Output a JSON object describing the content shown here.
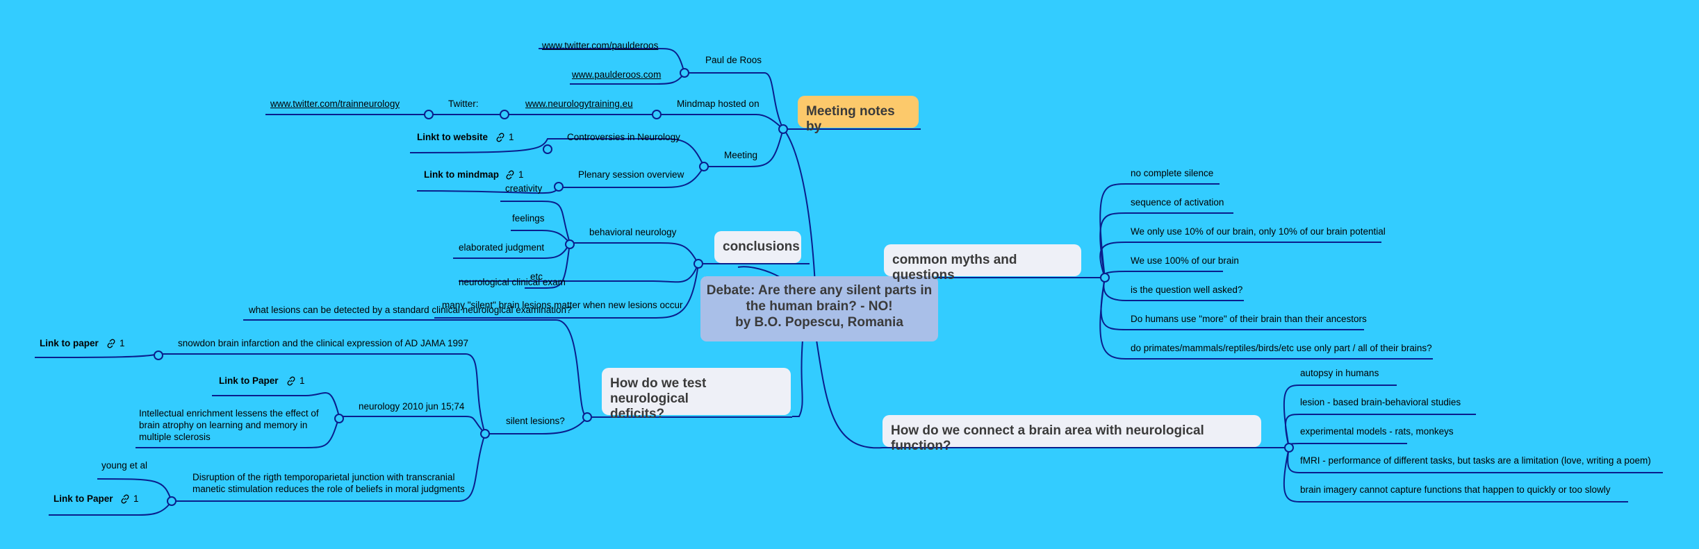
{
  "center": {
    "line1": "Debate: Are there any silent parts in",
    "line2": "the human brain? - NO!",
    "line3": "by B.O. Popescu, Romania"
  },
  "meeting": {
    "title": "Meeting notes by",
    "paul": {
      "label": "Paul de Roos",
      "twitter": "www.twitter.com/paulderoos",
      "site": "www.paulderoos.com"
    },
    "hosted": {
      "label": "Mindmap hosted on",
      "site": "www.neurologytraining.eu",
      "twitter_label": "Twitter:",
      "twitter": "www.twitter.com/trainneurology"
    },
    "meeting_branch": {
      "label": "Meeting",
      "controversies": "Controversies in Neurology",
      "link_website": "Linkt to website",
      "plenary": "Plenary session overview",
      "link_mindmap": "Link to mindmap",
      "count": "1"
    }
  },
  "conclusions": {
    "title": "conclusions",
    "behavioral": {
      "label": "behavioral neurology",
      "items": [
        "creativity",
        "feelings",
        "elaborated judgment",
        "etc"
      ]
    },
    "exam": "neurological clinical exam",
    "silent_matter": "many \"silent\" brain lesions matter when new lesions occur"
  },
  "test": {
    "title_line1": "How do we test neurological",
    "title_line2": "deficits?",
    "what_lesions": "what lesions can be detected by a standard clinical neurological examination?",
    "silent_lesions": "silent lesions?",
    "snowdon": "snowdon brain infarction and the clinical expression of AD JAMA 1997",
    "link_paper1": "Link to paper",
    "neurology2010": "neurology 2010 jun 15;74",
    "link_paper2": "Link to Paper",
    "intellectual": "Intellectual enrichment lessens the effect of brain atrophy on learning and memory in multiple sclerosis",
    "disruption": "Disruption of the rigth temporoparietal junction with transcranial manetic stimulation reduces the role of beliefs in moral judgments",
    "young": "young et al",
    "link_paper3": "Link to Paper",
    "count": "1"
  },
  "myths": {
    "title": "common myths and questions",
    "items": [
      "no complete silence",
      "sequence of activation",
      "We only use 10% of our brain, only 10% of our brain potential",
      "We use 100% of our brain",
      "is the question well asked?",
      "Do humans use \"more\" of their brain than their ancestors",
      "do primates/mammals/reptiles/birds/etc use only part / all of their brains?"
    ]
  },
  "connect": {
    "title": "How do we connect a brain area with neurological function?",
    "items": [
      "autopsy in humans",
      "lesion - based brain-behavioral studies",
      "experimental models - rats, monkeys",
      "fMRI - performance of different tasks, but tasks are a limitation (love, writing a poem)",
      "brain imagery cannot capture functions that happen to quickly or too slowly"
    ]
  },
  "colors": {
    "background": "#33CCFF",
    "line": "#0A1E8C",
    "center": "#A9BFE8",
    "main": "#EEF0F7",
    "meeting": "#FCC96B"
  }
}
